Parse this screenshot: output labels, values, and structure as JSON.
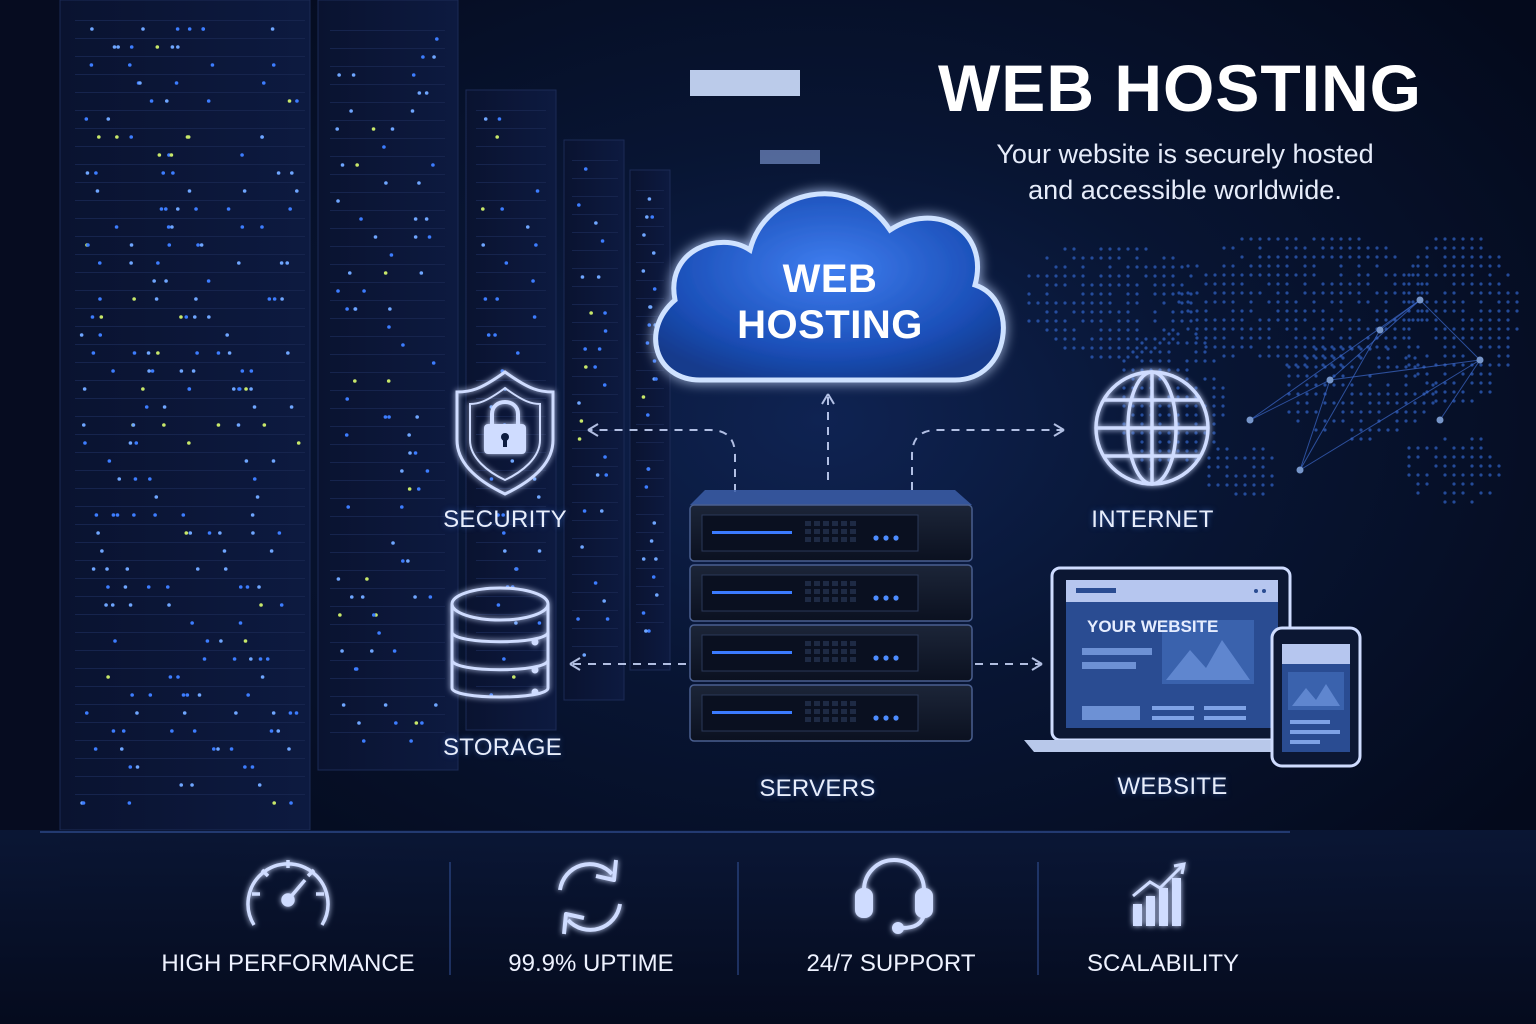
{
  "hero": {
    "title": "WEB HOSTING",
    "subtitle_line1": "Your website is securely hosted",
    "subtitle_line2": "and accessible worldwide."
  },
  "cloud": {
    "label_line1": "WEB",
    "label_line2": "HOSTING",
    "icon": "cloud-icon"
  },
  "nodes": {
    "security": {
      "label": "SECURITY",
      "icon": "shield-lock-icon"
    },
    "storage": {
      "label": "STORAGE",
      "icon": "database-icon"
    },
    "servers": {
      "label": "SERVERS",
      "icon": "server-stack-icon"
    },
    "internet": {
      "label": "INTERNET",
      "icon": "globe-icon"
    },
    "website": {
      "label": "WEBSITE",
      "icon": "laptop-phone-icon",
      "screen_text": "YOUR WEBSITE"
    }
  },
  "features": [
    {
      "label": "HIGH PERFORMANCE",
      "icon": "speedometer-icon"
    },
    {
      "label": "99.9% UPTIME",
      "icon": "refresh-icon"
    },
    {
      "label": "24/7 SUPPORT",
      "icon": "headset-icon"
    },
    {
      "label": "SCALABILITY",
      "icon": "growth-chart-icon"
    }
  ],
  "colors": {
    "accent": "#3b7bff",
    "glow": "#7fb2ff",
    "background": "#050a1a"
  }
}
